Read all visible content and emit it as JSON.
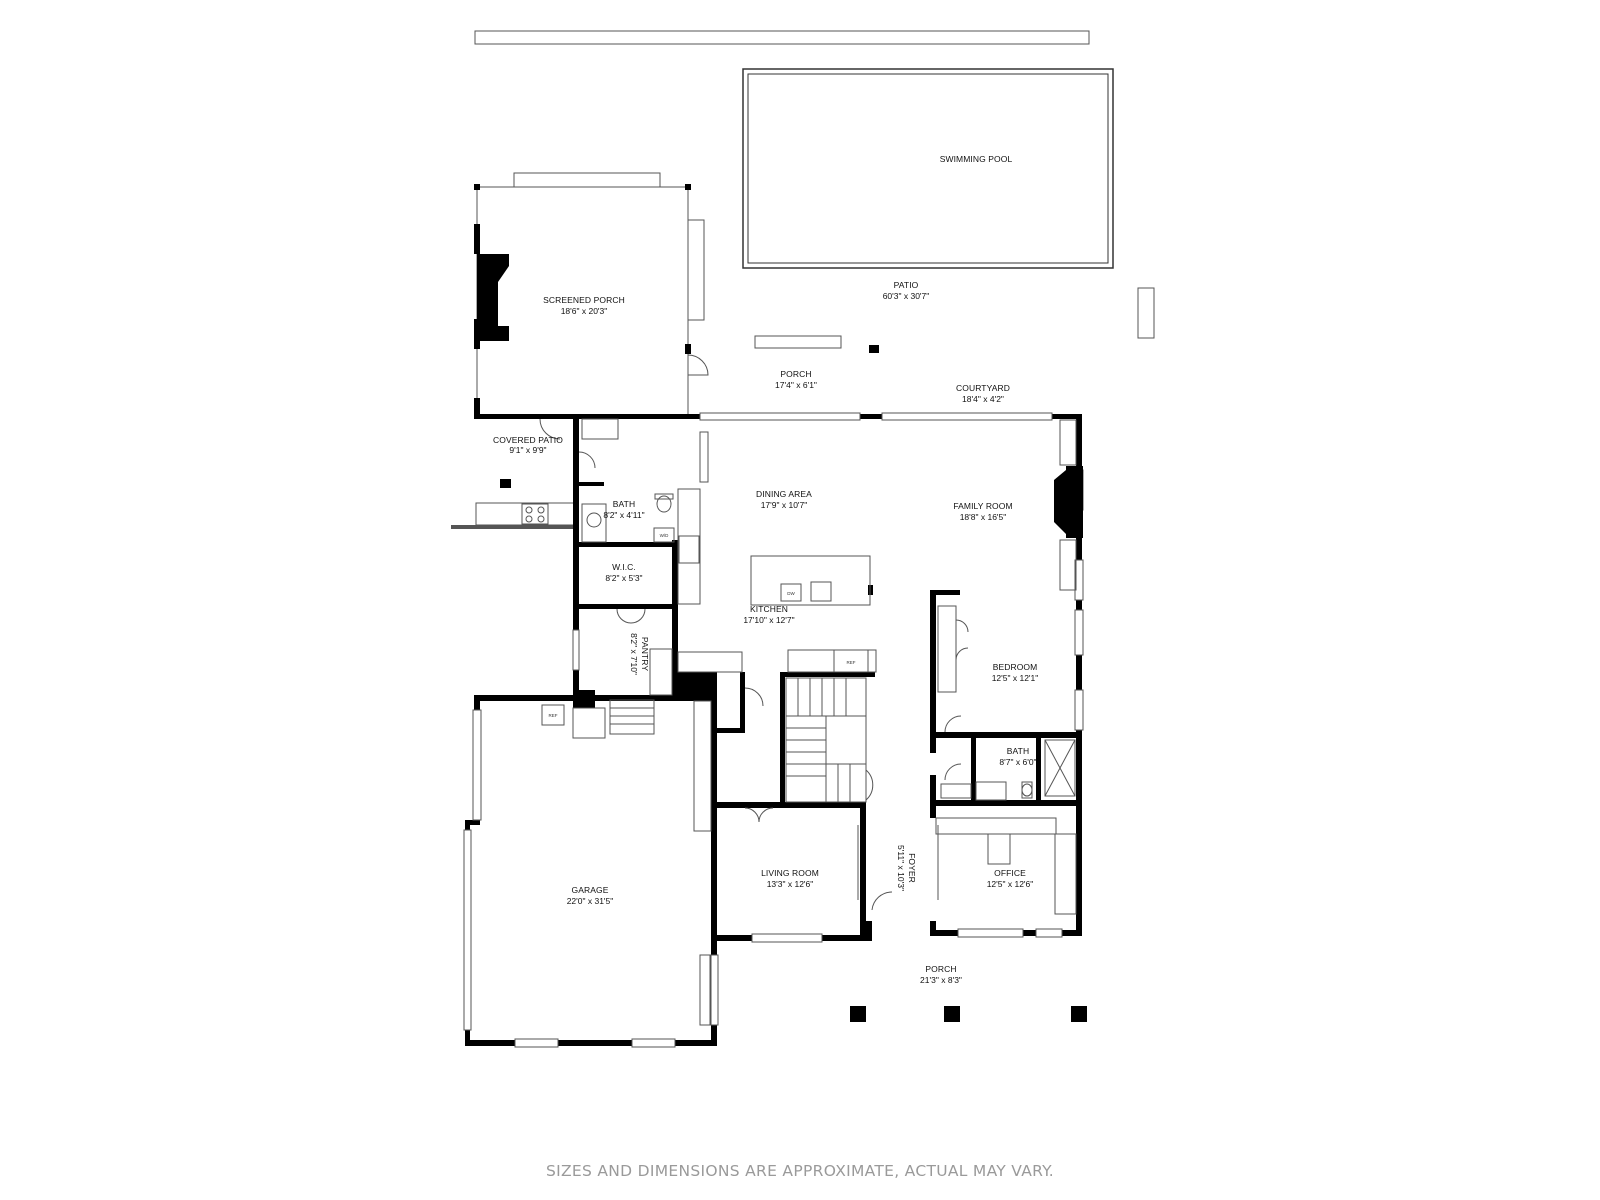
{
  "colors": {
    "wall": "#000000",
    "line": "#555555",
    "disclaimer": "#9a9a9a"
  },
  "rooms": {
    "swimming_pool": {
      "name": "SWIMMING POOL",
      "dim": ""
    },
    "patio": {
      "name": "PATIO",
      "dim": "60'3\" x 30'7\""
    },
    "screened_porch": {
      "name": "SCREENED PORCH",
      "dim": "18'6\" x 20'3\""
    },
    "porch_back": {
      "name": "PORCH",
      "dim": "17'4\" x 6'1\""
    },
    "courtyard": {
      "name": "COURTYARD",
      "dim": "18'4\" x 4'2\""
    },
    "covered_patio": {
      "name": "COVERED PATIO",
      "dim": "9'1\" x 9'9\""
    },
    "bath_1": {
      "name": "BATH",
      "dim": "8'2\" x 4'11\""
    },
    "dining_area": {
      "name": "DINING AREA",
      "dim": "17'9\" x 10'7\""
    },
    "family_room": {
      "name": "FAMILY ROOM",
      "dim": "18'8\" x 16'5\""
    },
    "wic": {
      "name": "W.I.C.",
      "dim": "8'2\" x 5'3\""
    },
    "kitchen": {
      "name": "KITCHEN",
      "dim": "17'10\" x 12'7\""
    },
    "pantry": {
      "name": "PANTRY",
      "dim": "8'2\" x 7'10\""
    },
    "bedroom": {
      "name": "BEDROOM",
      "dim": "12'5\" x 12'1\""
    },
    "bath_2": {
      "name": "BATH",
      "dim": "8'7\" x 6'0\""
    },
    "foyer": {
      "name": "FOYER",
      "dim": "5'11\" x 10'3\""
    },
    "living_room": {
      "name": "LIVING ROOM",
      "dim": "13'3\" x 12'6\""
    },
    "office": {
      "name": "OFFICE",
      "dim": "12'5\" x 12'6\""
    },
    "garage": {
      "name": "GARAGE",
      "dim": "22'0\" x 31'5\""
    },
    "porch_front": {
      "name": "PORCH",
      "dim": "21'3\" x 8'3\""
    }
  },
  "appliances": {
    "dishwasher": "DW",
    "washer_dryer": "W/D",
    "ref_kitchen": "REF",
    "ref_garage": "REF"
  },
  "disclaimer": "SIZES AND DIMENSIONS ARE APPROXIMATE, ACTUAL MAY VARY."
}
